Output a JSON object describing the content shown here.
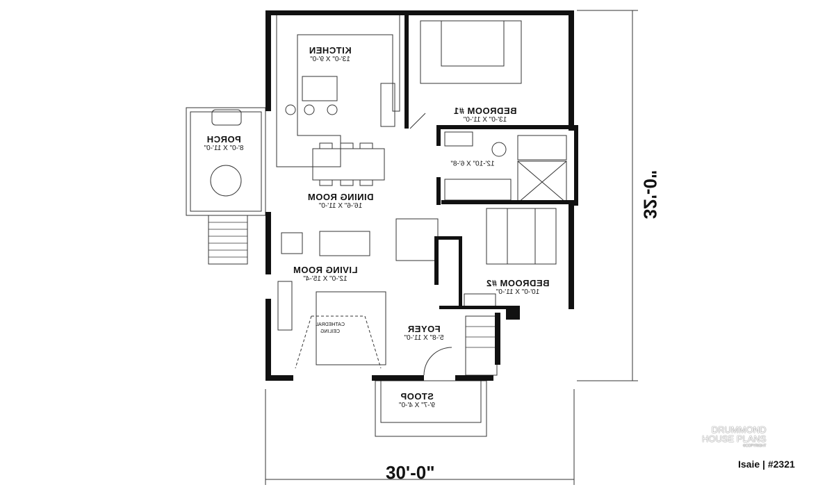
{
  "rooms": {
    "kitchen": {
      "name": "KITCHEN",
      "size": "13'-0\" X 9'-0\""
    },
    "bedroom1": {
      "name": "BEDROOM #1",
      "size": "13'-0\" X 11'-0\""
    },
    "bathroom": {
      "size": "12'-10\" X 6'-8\""
    },
    "dining": {
      "name": "DINING ROOM",
      "size": "16'-6\" X 11'-0\""
    },
    "living": {
      "name": "LIVING ROOM",
      "size": "12'-0\" X 15'-4\""
    },
    "bedroom2": {
      "name": "BEDROOM #2",
      "size": "10'-0\" X 11'-0\""
    },
    "foyer": {
      "name": "FOYER",
      "size": "5'-8\" X 11'-0\""
    },
    "cathedral": {
      "line1": "CATHEDRAL",
      "line2": "CEILING"
    },
    "stoop": {
      "name": "STOOP",
      "size": "9'-7\" X 4'-0\""
    },
    "porch": {
      "name": "PORCH",
      "size": "8'-0\" X 11'-0\""
    }
  },
  "dimensions": {
    "depth": "32'-0\"",
    "width": "30'-0\""
  },
  "branding": {
    "line1": "DRUMMOND",
    "line2": "HOUSE PLANS",
    "copyright": "©COPYRIGHT",
    "plan": "Isaie | #2321"
  }
}
